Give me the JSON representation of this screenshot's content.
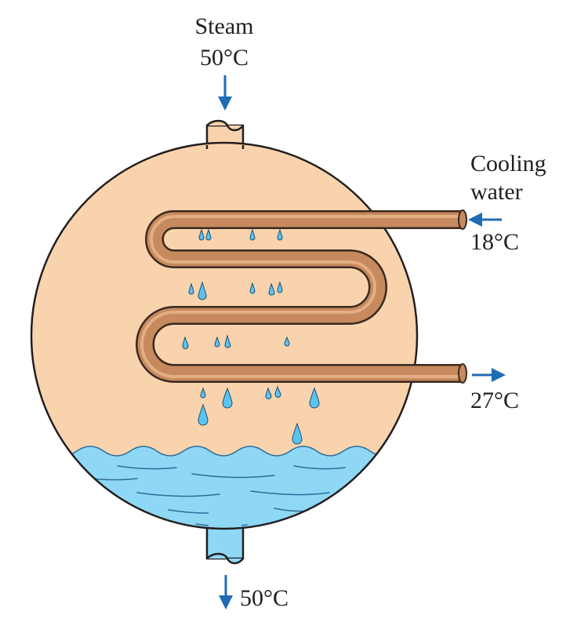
{
  "labels": {
    "steam": "Steam",
    "steam_temp": "50°C",
    "cooling_line1": "Cooling",
    "cooling_line2": "water",
    "cooling_in_temp": "18°C",
    "cooling_out_temp": "27°C",
    "condensate_temp": "50°C"
  },
  "colors": {
    "vessel_fill": "#f9d3ad",
    "water_fill": "#8ed8f6",
    "tube_fill": "#c68a5e",
    "tube_highlight": "#e7b489",
    "tube_outline": "#3a2a20",
    "droplet_fill": "#5cc3ef",
    "arrow": "#1f6cb3",
    "outline": "#231f20",
    "wave_line": "#2d6d9a"
  },
  "icons": {
    "steam_inlet_arrow": "arrow-down-icon",
    "cooling_in_arrow": "arrow-left-icon",
    "cooling_out_arrow": "arrow-right-icon",
    "condensate_outlet_arrow": "arrow-down-icon",
    "droplet": "water-droplet-icon"
  }
}
